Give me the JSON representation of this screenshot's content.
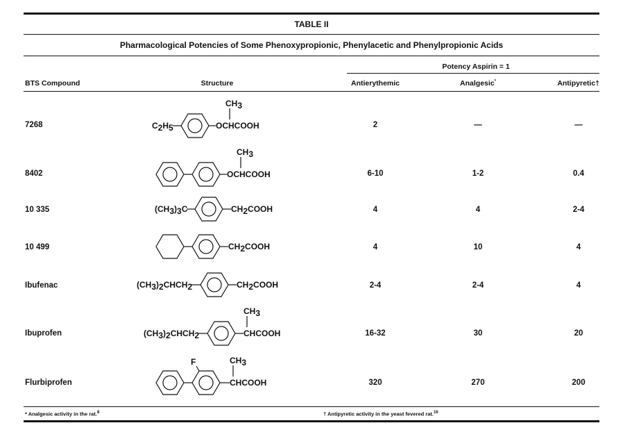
{
  "table_label": "TABLE II",
  "title": "Pharmacological Potencies of Some Phenoxypropionic, Phenylacetic and Phenylpropionic Acids",
  "group_header": "Potency Aspirin = 1",
  "columns": {
    "compound": "BTS Compound",
    "structure": "Structure",
    "antierythemic": "Antierythemic",
    "analgesic": "Analgesic",
    "analgesic_mark": "*",
    "antipyretic": "Antipyretic",
    "antipyretic_mark": "†"
  },
  "rows": [
    {
      "compound": "7268",
      "antierythemic": "2",
      "analgesic": "—",
      "antipyretic": "—",
      "structure": {
        "left": "C",
        "left_sub": "2",
        "left_tail": "H",
        "left_tail_sub": "5",
        "branch": "CH",
        "branch_sub": "3",
        "right": "OCHCOOH"
      }
    },
    {
      "compound": "8402",
      "antierythemic": "6-10",
      "analgesic": "1-2",
      "antipyretic": "0.4",
      "structure": {
        "branch": "CH",
        "branch_sub": "3",
        "right": "OCHCOOH"
      }
    },
    {
      "compound": "10 335",
      "antierythemic": "4",
      "analgesic": "4",
      "antipyretic": "2-4",
      "structure": {
        "left": "(CH",
        "left_sub": "3",
        "left_tail": ")",
        "left_tail_sub": "3",
        "left_end": "C",
        "right": "CH",
        "right_sub": "2",
        "right_tail": "COOH"
      }
    },
    {
      "compound": "10 499",
      "antierythemic": "4",
      "analgesic": "10",
      "antipyretic": "4",
      "structure": {
        "right": "CH",
        "right_sub": "2",
        "right_tail": "COOH"
      }
    },
    {
      "compound": "Ibufenac",
      "antierythemic": "2-4",
      "analgesic": "2-4",
      "antipyretic": "4",
      "structure": {
        "left": "(CH",
        "left_sub": "3",
        "left_tail": ")",
        "left_tail_sub": "2",
        "left_end": "CHCH",
        "left_end_sub": "2",
        "right": "CH",
        "right_sub": "2",
        "right_tail": "COOH"
      }
    },
    {
      "compound": "Ibuprofen",
      "antierythemic": "16-32",
      "analgesic": "30",
      "antipyretic": "20",
      "structure": {
        "left": "(CH",
        "left_sub": "3",
        "left_tail": ")",
        "left_tail_sub": "2",
        "left_end": "CHCH",
        "left_end_sub": "2",
        "branch": "CH",
        "branch_sub": "3",
        "right": "CHCOOH"
      }
    },
    {
      "compound": "Flurbiprofen",
      "antierythemic": "320",
      "analgesic": "270",
      "antipyretic": "200",
      "structure": {
        "substituent": "F",
        "branch": "CH",
        "branch_sub": "3",
        "right": "CHCOOH"
      }
    }
  ],
  "footnotes": {
    "analgesic": "* Analgesic activity in the rat.",
    "analgesic_ref": "8",
    "antipyretic": "† Antipyretic activity in the yeast fevered rat.",
    "antipyretic_ref": "16"
  }
}
